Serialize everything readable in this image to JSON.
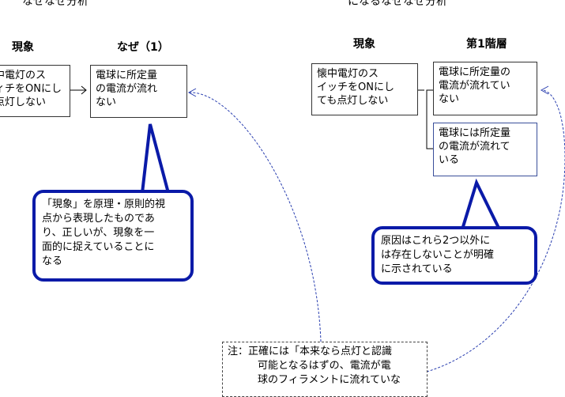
{
  "top": {
    "left_partial": "なぜなぜ分析",
    "right_partial": "になるなぜなぜ分析"
  },
  "left": {
    "heading_phenomenon": "現象",
    "heading_why": "なぜ（1）",
    "phenomenon_lines": [
      "中電灯のス",
      "ィチをONにし",
      "点灯しない"
    ],
    "why_lines": [
      "電球に所定量",
      "の電流が流れ",
      "ない"
    ],
    "callout_lines": [
      "「現象」を原理・原則的視",
      "点から表現したものであ",
      "り、正しいが、現象を一",
      "面的に捉えていることに",
      "なる"
    ]
  },
  "right": {
    "heading_phenomenon": "現象",
    "heading_level1": "第1階層",
    "phenomenon_lines": [
      "懐中電灯のス",
      "イッチをONにし",
      "ても点灯しない"
    ],
    "branch1_lines": [
      "電球に所定量の",
      "電流が流れてい",
      "ない"
    ],
    "branch2_lines": [
      "電球には所定量",
      "の電流が流れて",
      "いる"
    ],
    "callout_lines": [
      "原因はこれら2つ以外に",
      "は存在しないことが明確",
      "に示されている"
    ]
  },
  "note": {
    "lines": [
      "注：正確には「本来なら点灯と認識",
      "可能となるはずの、電流が電",
      "球のフィラメントに流れていな"
    ]
  },
  "colors": {
    "callout_border": "#0a1aa8",
    "dashed_arrow": "#2a3fb0",
    "box_border": "#333333"
  }
}
